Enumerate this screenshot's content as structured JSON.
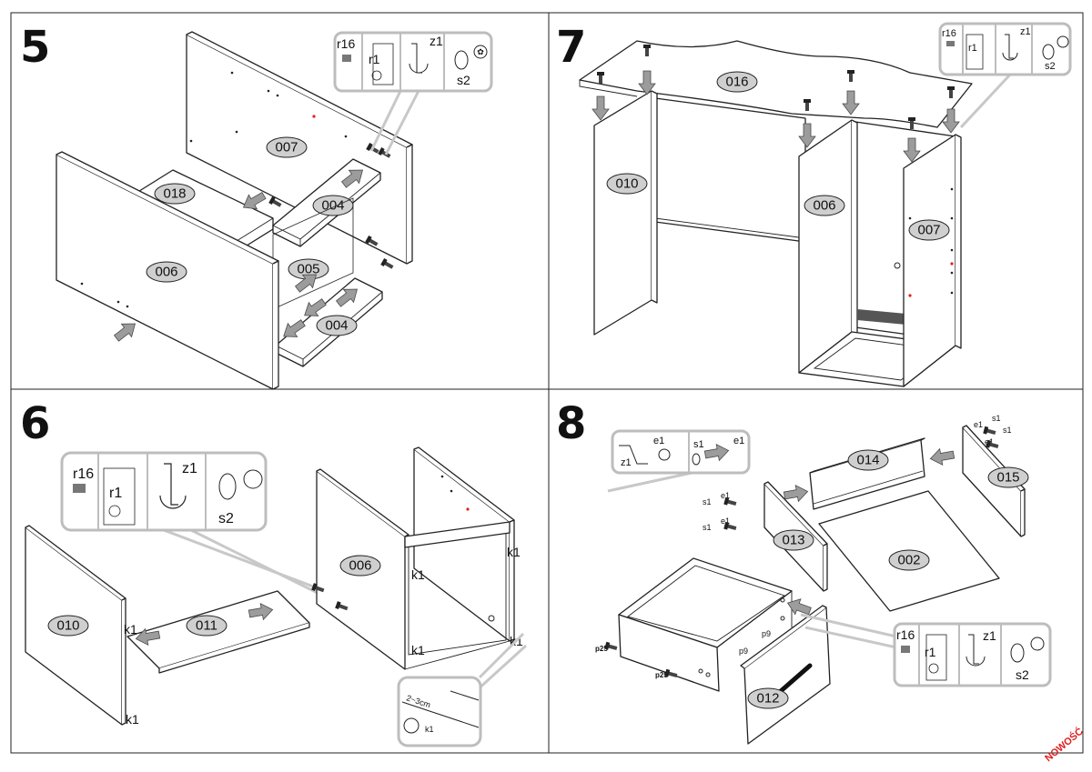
{
  "steps": [
    {
      "number": "5",
      "parts": [
        "007",
        "018",
        "004",
        "006",
        "005",
        "004"
      ],
      "detail_labels": [
        "r16",
        "r1",
        "z1",
        "s2"
      ]
    },
    {
      "number": "7",
      "parts": [
        "016",
        "010",
        "006",
        "007"
      ],
      "detail_labels": [
        "r16",
        "r1",
        "z1",
        "s2"
      ]
    },
    {
      "number": "6",
      "parts": [
        "010",
        "011",
        "006"
      ],
      "detail_labels": [
        "r16",
        "r1",
        "z1",
        "s2"
      ],
      "fitting_labels": [
        "k1",
        "k1",
        "k1",
        "k1",
        "k1",
        "k1"
      ],
      "callout": {
        "distance": "2~3cm",
        "fitting": "k1"
      }
    },
    {
      "number": "8",
      "parts": [
        "014",
        "015",
        "013",
        "002",
        "012"
      ],
      "detail_top": {
        "left": [
          "z1",
          "e1"
        ],
        "right": [
          "s1",
          "e1"
        ]
      },
      "detail_labels": [
        "r16",
        "r1",
        "z1",
        "s2"
      ],
      "fitting_labels": {
        "s1": "s1",
        "e1": "e1",
        "p9": "p9",
        "p25": "p25"
      }
    }
  ],
  "stamp": "NOWOŚĆ",
  "colors": {
    "arrow_fill": "#9c9c9c",
    "label_fill": "#cfcfcf",
    "line": "#222222",
    "stamp": "#e02020"
  }
}
